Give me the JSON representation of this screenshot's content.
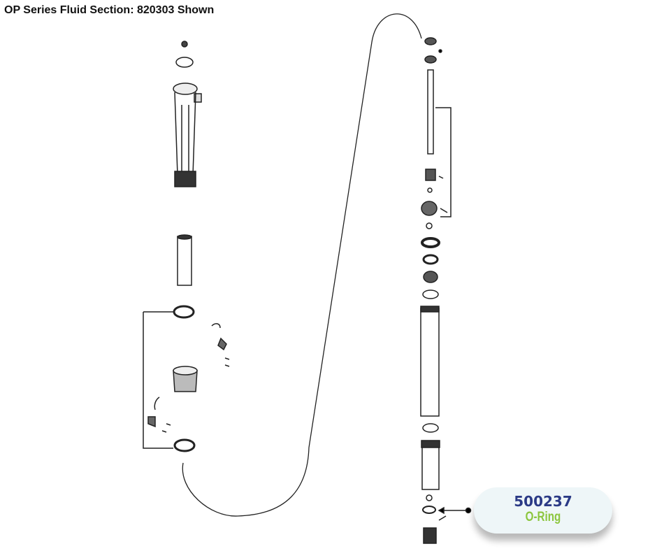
{
  "title": "OP Series Fluid Section: 820303 Shown",
  "callout": {
    "part_number": "500237",
    "part_name": "O-Ring",
    "number_color": "#2b3a86",
    "name_color": "#8cc63f"
  }
}
